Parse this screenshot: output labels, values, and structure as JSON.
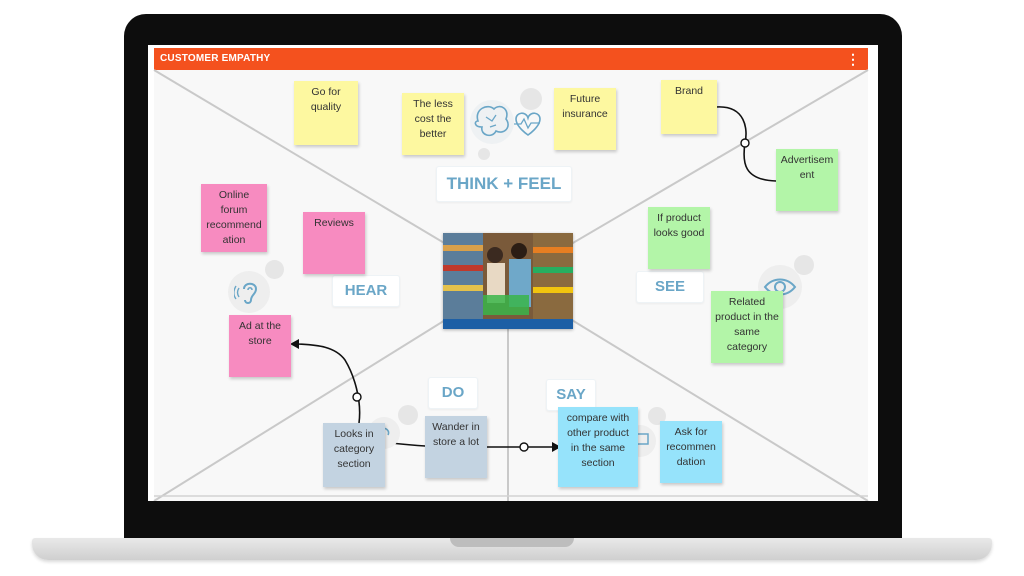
{
  "app": {
    "title": "CUSTOMER EMPATHY",
    "menu_icon": "⋮",
    "accent_color": "#f4511e"
  },
  "quadrants": {
    "think_feel": "THINK + FEEL",
    "hear": "HEAR",
    "see": "SEE",
    "do": "DO",
    "say": "SAY"
  },
  "icons": {
    "think_feel": "brain-heart-icon",
    "hear": "ear-icon",
    "see": "eye-icon",
    "do": "hand-icon",
    "say": "speech-bubble-icon"
  },
  "stickies": {
    "think_feel": [
      "Go for quality",
      "The less cost the better",
      "Future insurance"
    ],
    "hear": [
      "Online forum recommend ation",
      "Reviews",
      "Ad at the store"
    ],
    "see": [
      "Brand",
      "Advertisem ent",
      "If product looks good",
      "Related product in the same category"
    ],
    "do": [
      "Looks in category section",
      "Wander in store a lot"
    ],
    "say": [
      "compare with other product in the same section",
      "Ask for recommen dation"
    ]
  },
  "colors": {
    "yellow": "#fdf8a0",
    "pink": "#f78bc0",
    "green": "#b3f5a8",
    "grey": "#c3d3e1",
    "blue": "#96e3fb",
    "label": "#6aa6c7"
  },
  "photo": {
    "description_icon": "shopping-couple-image"
  }
}
